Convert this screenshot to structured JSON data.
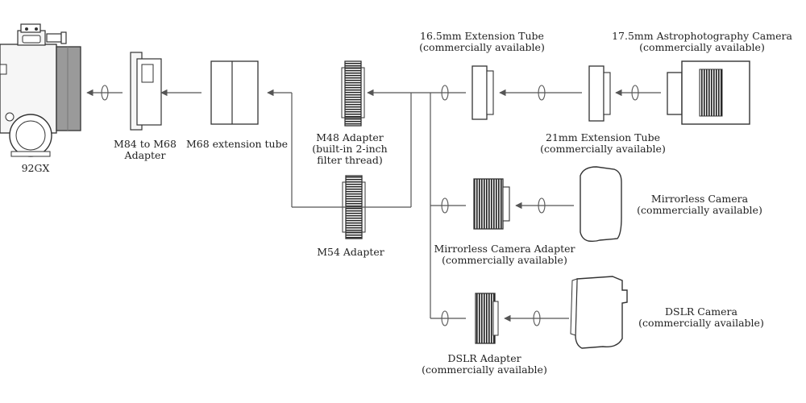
{
  "telescope": {
    "label": "92GX"
  },
  "m84_adapter": {
    "line1": "M84 to M68",
    "line2": "Adapter"
  },
  "m68_tube": {
    "label": "M68 extension tube"
  },
  "m48_adapter": {
    "line1": "M48 Adapter",
    "line2": "(built-in 2-inch",
    "line3": "filter thread)"
  },
  "m54_adapter": {
    "label": "M54 Adapter"
  },
  "ext_tube_16": {
    "line1": "16.5mm Extension Tube",
    "line2": "(commercially available)"
  },
  "ext_tube_21": {
    "line1": "21mm Extension Tube",
    "line2": "(commercially available)"
  },
  "astro_camera": {
    "line1": "17.5mm Astrophotography Camera",
    "line2": "(commercially available)"
  },
  "mirrorless_adapter": {
    "line1": "Mirrorless Camera Adapter",
    "line2": "(commercially available)"
  },
  "mirrorless_camera": {
    "line1": "Mirrorless Camera",
    "line2": "(commercially available)"
  },
  "dslr_adapter": {
    "line1": "DSLR Adapter",
    "line2": "(commercially available)"
  },
  "dslr_camera": {
    "line1": "DSLR Camera",
    "line2": "(commercially available)"
  },
  "colors": {
    "line": "#555555",
    "part_stroke": "#333333",
    "part_fill": "#f4f4f4",
    "thread": "#222222",
    "telescope_gray": "#9a9a9a"
  }
}
